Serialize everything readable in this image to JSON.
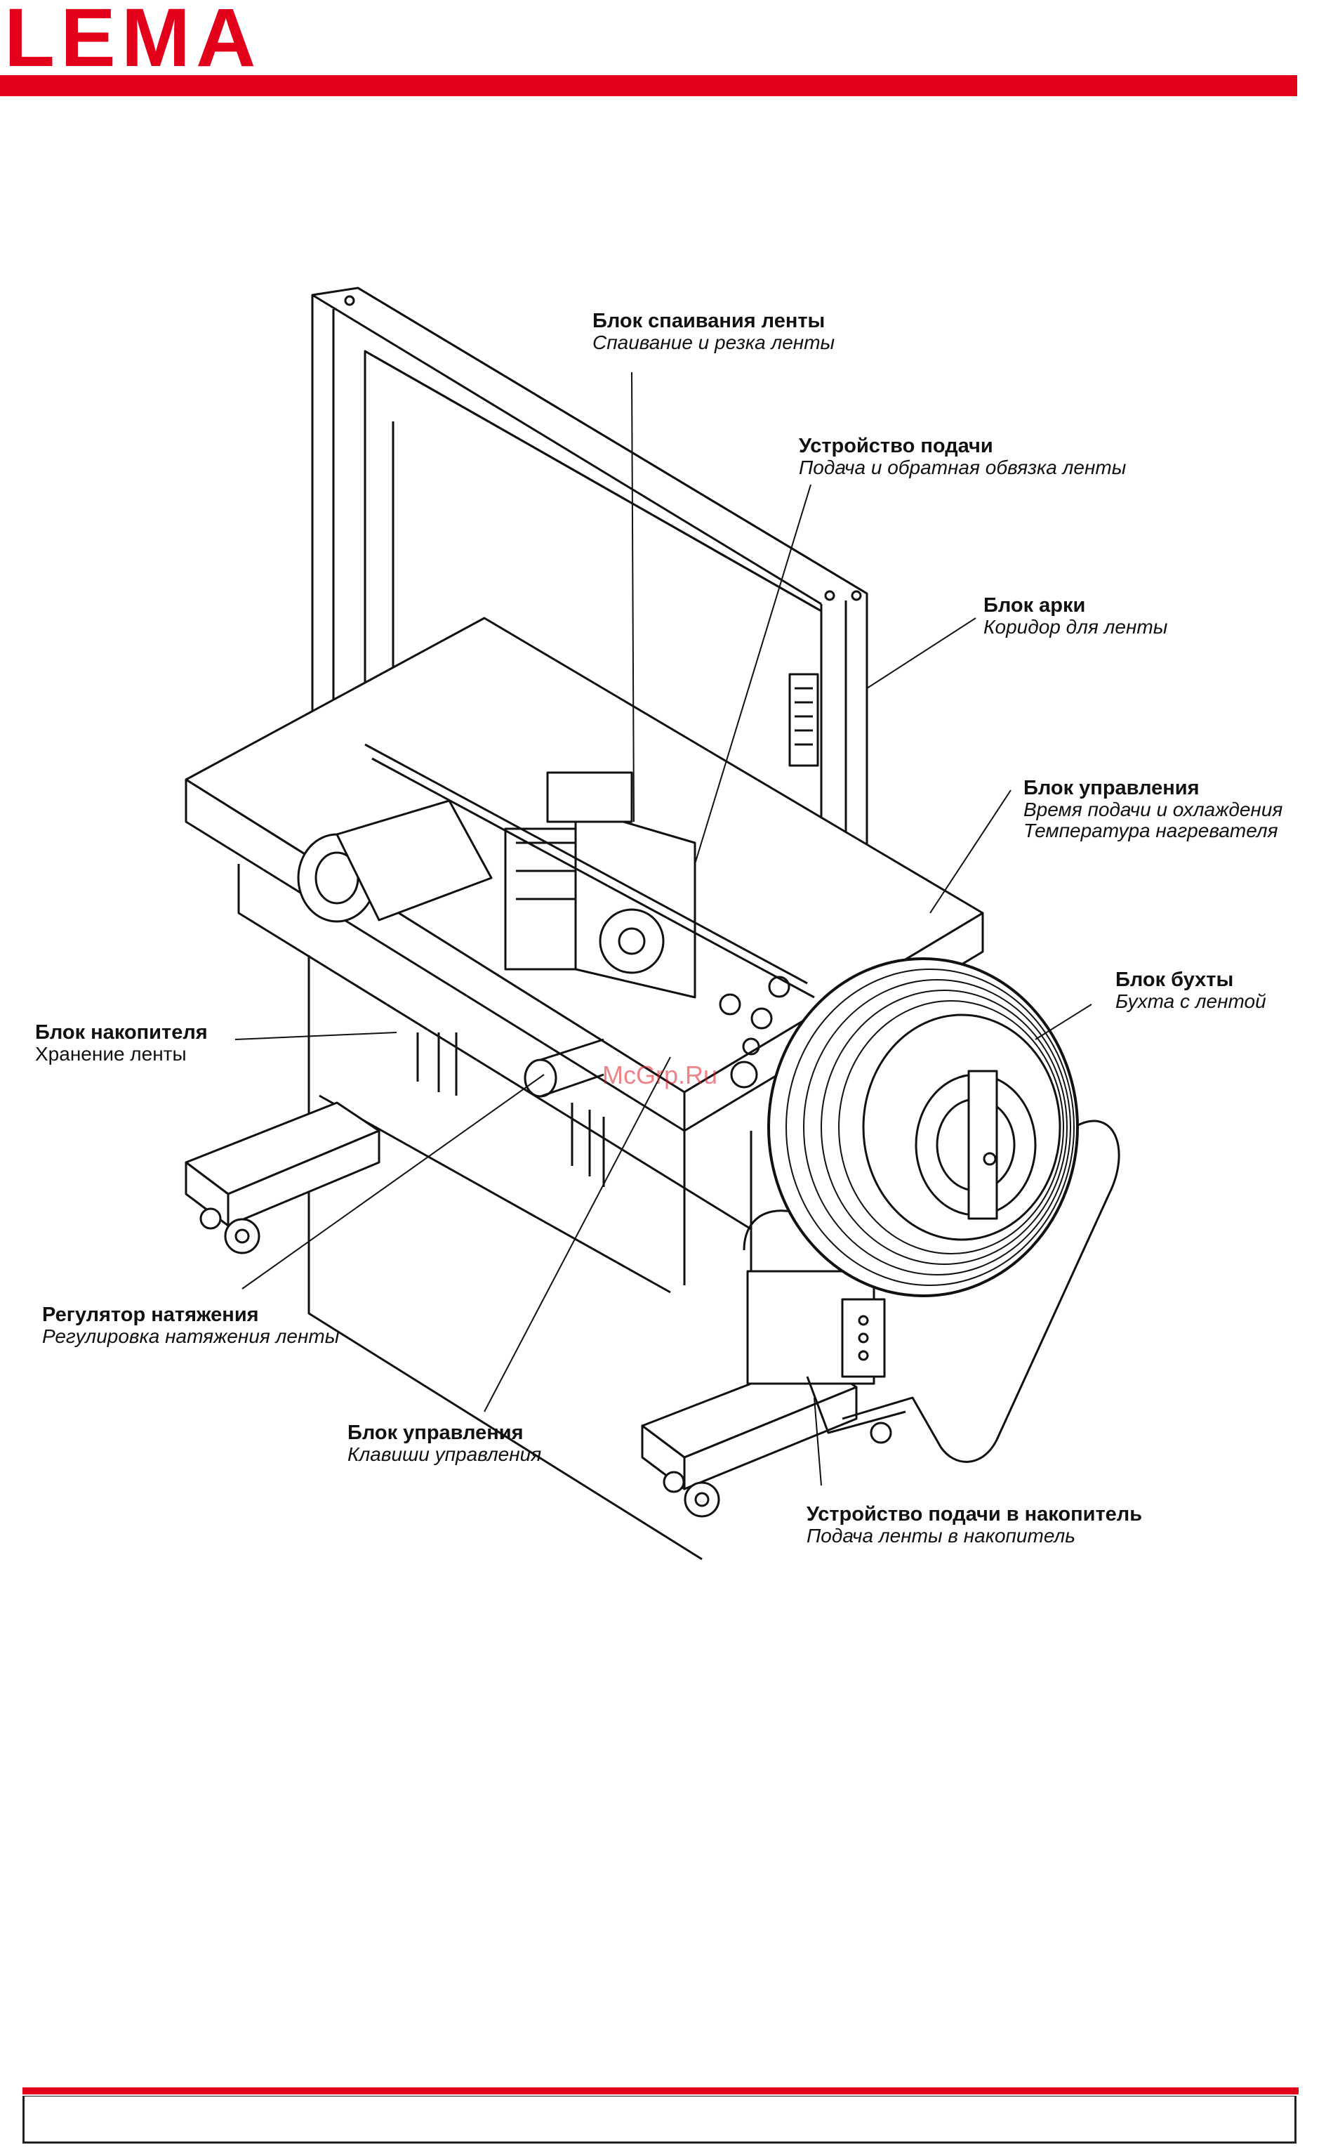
{
  "header": {
    "logo_text": "LEMA",
    "brand_color": "#e3001b"
  },
  "watermark": "McGrp.Ru",
  "callouts": [
    {
      "id": "sealing-unit",
      "title": "Блок спаивания ленты",
      "subtitle": "Спаивание и резка ленты"
    },
    {
      "id": "feed-device",
      "title": "Устройство подачи",
      "subtitle": "Подача и обратная обвязка ленты"
    },
    {
      "id": "arch-unit",
      "title": "Блок арки",
      "subtitle": "Коридор для ленты"
    },
    {
      "id": "control-unit-top",
      "title": "Блок управления",
      "lines": [
        "Время подачи и охлаждения",
        "Температура нагревателя"
      ]
    },
    {
      "id": "coil-unit",
      "title": "Блок бухты",
      "subtitle": "Бухта с лентой"
    },
    {
      "id": "accumulator-unit",
      "title": "Блок накопителя",
      "subtitle": "Хранение ленты"
    },
    {
      "id": "tension-regulator",
      "title": "Регулятор натяжения",
      "subtitle": "Регулировка натяжения ленты"
    },
    {
      "id": "control-unit-bottom",
      "title": "Блок управления",
      "subtitle": "Клавиши управления"
    },
    {
      "id": "accumulator-feed",
      "title": "Устройство подачи в накопитель",
      "subtitle": "Подача ленты в накопитель"
    }
  ],
  "icons": {
    "machine": "strapping-machine-illustration"
  }
}
